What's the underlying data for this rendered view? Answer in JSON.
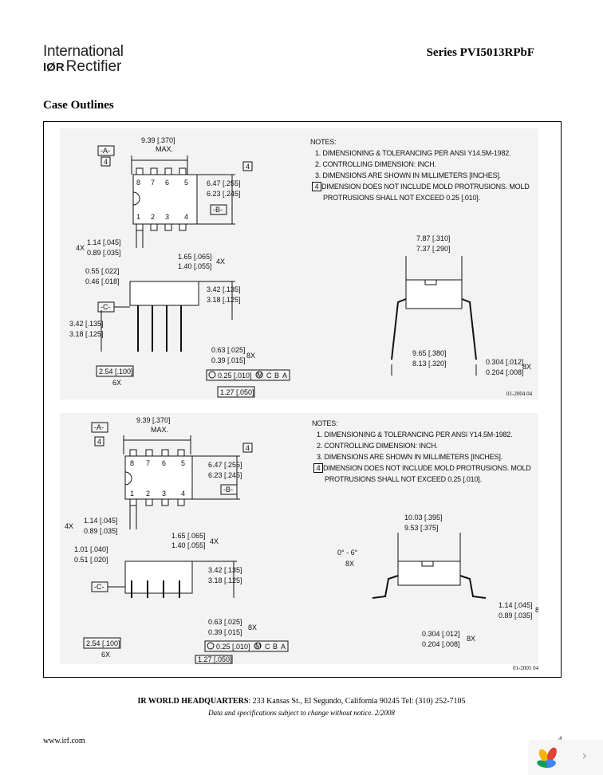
{
  "header": {
    "logo_line1": "International",
    "logo_ior": "IØR",
    "logo_line2": "Rectifier",
    "series": "Series PVI5013RPbF"
  },
  "section_title": "Case Outlines",
  "outline1": {
    "notes": [
      "NOTES:",
      "1.  DIMENSIONING & TOLERANCING PER ANSI Y14.5M-1982.",
      "2.  CONTROLLING DIMENSION: INCH.",
      "3.  DIMENSIONS ARE SHOWN IN MILLIMETERS [INCHES].",
      "DIMENSION DOES NOT INCLUDE MOLD PROTRUSIONS. MOLD",
      "PROTRUSIONS SHALL NOT EXCEED 0.25 [.010]."
    ],
    "note4_marker": "4",
    "code": "01-2004  04",
    "datum_a": "-A-",
    "datum_b": "-B-",
    "datum_c": "-C-",
    "width": "9.39 [.370]",
    "max": "MAX.",
    "body_w1": "6.47 [.255]",
    "body_w2": "6.23 [.245]",
    "pins_top": [
      "8",
      "7",
      "6",
      "5"
    ],
    "pins_bottom": [
      "1",
      "2",
      "3",
      "4"
    ],
    "lead_w1": "1.14 [.045]",
    "lead_w2": "0.89 [.035]",
    "mult4x": "4X",
    "pitch_a1": "1.65 [.065]",
    "pitch_a2": "1.40 [.055]",
    "shoulder1": "0.55 [.022]",
    "shoulder2": "0.46 [.018]",
    "height1": "3.42 [.135]",
    "height2": "3.18 [.125]",
    "lead_len1": "3.42 [.135]",
    "lead_len2": "3.18 [.125]",
    "lead_th1": "0.63 [.025]",
    "lead_th2": "0.39 [.015]",
    "mult8x": "8X",
    "pitch": "2.54 [.100]",
    "mult6x": "6X",
    "tolerance": "0.25 [.010]",
    "tol_m": "M",
    "tol_c": "C",
    "tol_b": "B",
    "tol_a": "A",
    "lead_spacing": "1.27 [.050]",
    "end_w1": "7.87 [.310]",
    "end_w2": "7.37 [.290]",
    "row_w1": "9.65 [.380]",
    "row_w2": "8.13 [.320]",
    "lead_t1": "0.304 [.012]",
    "lead_t2": "0.204 [.008]"
  },
  "outline2": {
    "notes": [
      "NOTES:",
      "1.  DIMENSIONING & TOLERANCING PER ANSI Y14.5M-1982.",
      "2.  CONTROLLING DIMENSION: INCH.",
      "3.  DIMENSIONS ARE SHOWN IN MILLIMETERS [INCHES].",
      "DIMENSION DOES NOT INCLUDE MOLD PROTRUSIONS. MOLD",
      "PROTRUSIONS SHALL NOT EXCEED 0.25 [.010]."
    ],
    "note4_marker": "4",
    "code": "01-2005  04",
    "datum_a": "-A-",
    "datum_b": "-B-",
    "datum_c": "-C-",
    "width": "9.39 [.370]",
    "max": "MAX.",
    "body_w1": "6.47 [.255]",
    "body_w2": "6.23 [.245]",
    "pins_top": [
      "8",
      "7",
      "6",
      "5"
    ],
    "pins_bottom": [
      "1",
      "2",
      "3",
      "4"
    ],
    "lead_w1": "1.14 [.045]",
    "lead_w2": "0.89 [.035]",
    "mult4x": "4X",
    "pitch_a1": "1.65 [.065]",
    "pitch_a2": "1.40 [.055]",
    "shoulder1": "1.01 [.040]",
    "shoulder2": "0.51 [.020]",
    "height1": "3.42 [.135]",
    "height2": "3.18 [.125]",
    "lead_th1": "0.63 [.025]",
    "lead_th2": "0.39 [.015]",
    "mult8x": "8X",
    "pitch": "2.54 [.100]",
    "mult6x": "6X",
    "tolerance": "0.25 [.010]",
    "tol_m": "M",
    "tol_c": "C",
    "tol_b": "B",
    "tol_a": "A",
    "lead_spacing": "1.27 [.050]",
    "end_w1": "10.03 [.395]",
    "end_w2": "9.53 [.375]",
    "angle": "0° - 6°",
    "foot1": "1.14 [.045]",
    "foot2": "0.89 [.035]",
    "lead_t1": "0.304 [.012]",
    "lead_t2": "0.204 [.008]"
  },
  "footer": {
    "hq_label": "IR WORLD HEADQUARTERS",
    "hq_address": ":  233 Kansas St., El Segundo, California 90245  Tel: (310) 252-7105",
    "disclaimer": "Data and specifications subject to change without notice. 2/2008",
    "url": "www.irf.com",
    "page": "4"
  }
}
